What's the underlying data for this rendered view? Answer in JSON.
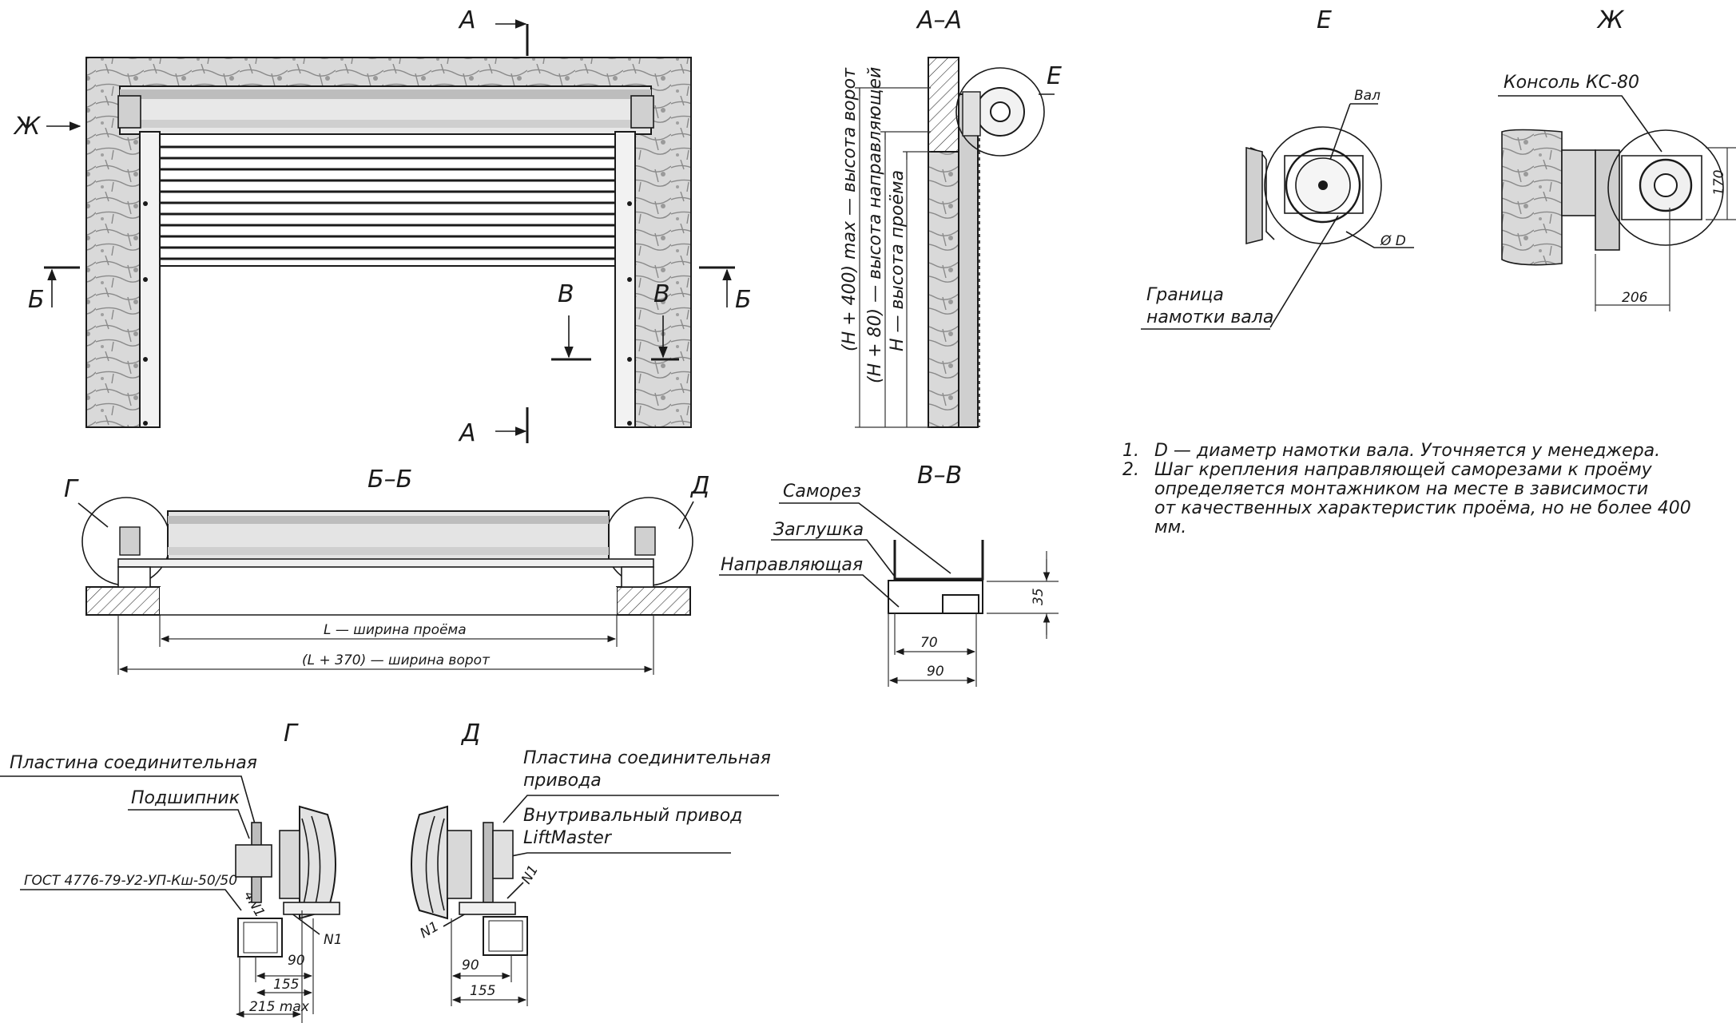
{
  "views": {
    "front": {
      "cut_a": "А",
      "cut_b": "Б",
      "cut_v": "В",
      "view_zh": "Ж"
    },
    "aa": {
      "title": "А–А",
      "callout_e": "Е",
      "dim_gate": "(H + 400) max — высота ворот",
      "dim_guide": "(H + 80) — высота направляющей",
      "dim_opening": "H — высота проёма"
    },
    "bb": {
      "title": "Б–Б",
      "callout_g": "Г",
      "callout_d": "Д",
      "dim_l": "L — ширина проёма",
      "dim_gate_w": "(L + 370) — ширина ворот"
    },
    "vv": {
      "title": "В–В",
      "screw": "Саморез",
      "plug": "Заглушка",
      "guide": "Направляющая",
      "d35": "35",
      "d70": "70",
      "d90": "90"
    },
    "e": {
      "title": "Е",
      "shaft": "Вал",
      "diam": "Ø D",
      "boundary_1": "Граница",
      "boundary_2": "намотки вала"
    },
    "zh": {
      "title": "Ж",
      "console": "Консоль КС-80",
      "d170": "170",
      "d206": "206"
    },
    "g": {
      "title": "Г",
      "plate": "Пластина соединительная",
      "bearing": "Подшипник",
      "gost": "ГОСТ 4776-79-У2-УП-Кш-50/50",
      "n1a": "4N1",
      "n1b": "N1",
      "d90": "90",
      "d155": "155",
      "d215": "215 max"
    },
    "d": {
      "title": "Д",
      "plate_1": "Пластина соединительная",
      "plate_2": "привода",
      "drive_1": "Внутривальный привод",
      "drive_2": "LiftMaster",
      "n1a": "N1",
      "n1b": "N1",
      "d90": "90",
      "d155": "155"
    }
  },
  "notes": [
    {
      "num": "1.",
      "lines": [
        "D — диаметр намотки вала. Уточняется у менеджера."
      ]
    },
    {
      "num": "2.",
      "lines": [
        "Шаг крепления направляющей саморезами к проёму",
        "определяется монтажником на месте в зависимости",
        "от качественных характеристик проёма, но не более 400 мм."
      ]
    }
  ]
}
